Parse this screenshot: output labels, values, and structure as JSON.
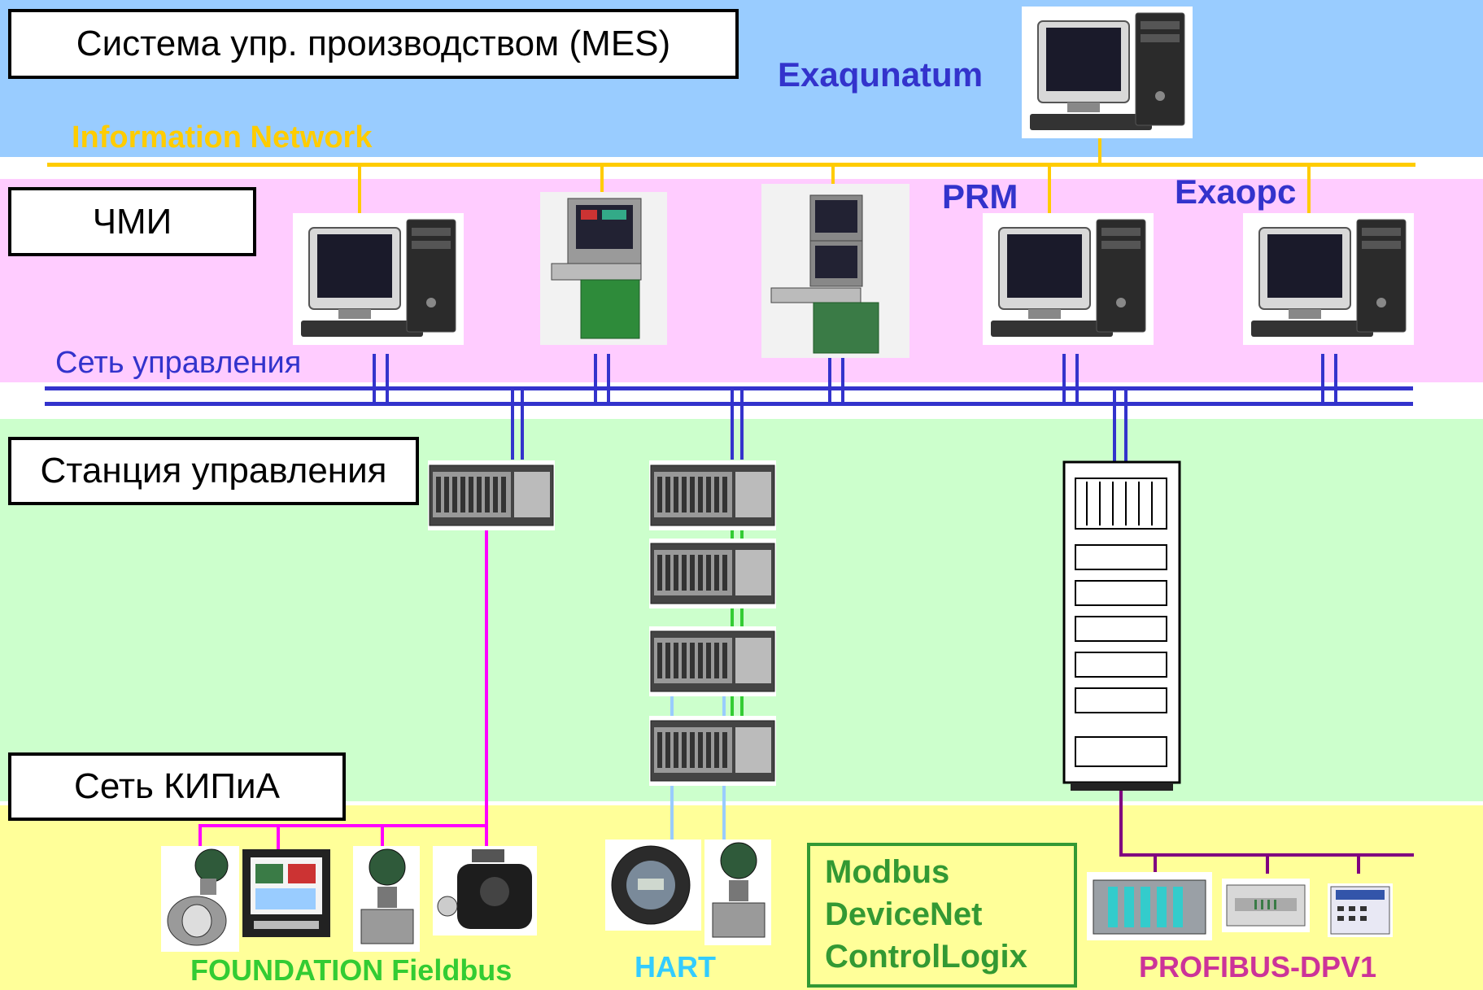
{
  "levels": {
    "mes": "Система упр. производством (MES)",
    "hmi": "ЧМИ",
    "control_station": "Станция управления",
    "field_network": "Сеть КИПиА"
  },
  "networks": {
    "information": "Information Network",
    "control": "Сеть управления"
  },
  "nodes": {
    "exaquantum": "Exaqunatum",
    "prm": "PRM",
    "exaopc": "Exaopc"
  },
  "protocols": {
    "foundation_fieldbus": "FOUNDATION Fieldbus",
    "hart": "HART",
    "modbus": "Modbus",
    "devicenet": "DeviceNet",
    "controllogix": "ControlLogix",
    "profibus": "PROFIBUS-DPV1"
  },
  "colors": {
    "mes_band": "#99ccff",
    "hmi_band": "#ffccff",
    "control_band": "#ccffcc",
    "field_band": "#ffff99",
    "information_network": "#ffcc00",
    "control_network": "#3333cc",
    "fieldbus_line": "#ff00ff",
    "hart_line": "#99ccff",
    "profibus_line": "#800080",
    "node_labels": "#3333cc",
    "protocol_green": "#339933",
    "hart_text": "#33ccff",
    "profibus_text": "#cc3399"
  }
}
